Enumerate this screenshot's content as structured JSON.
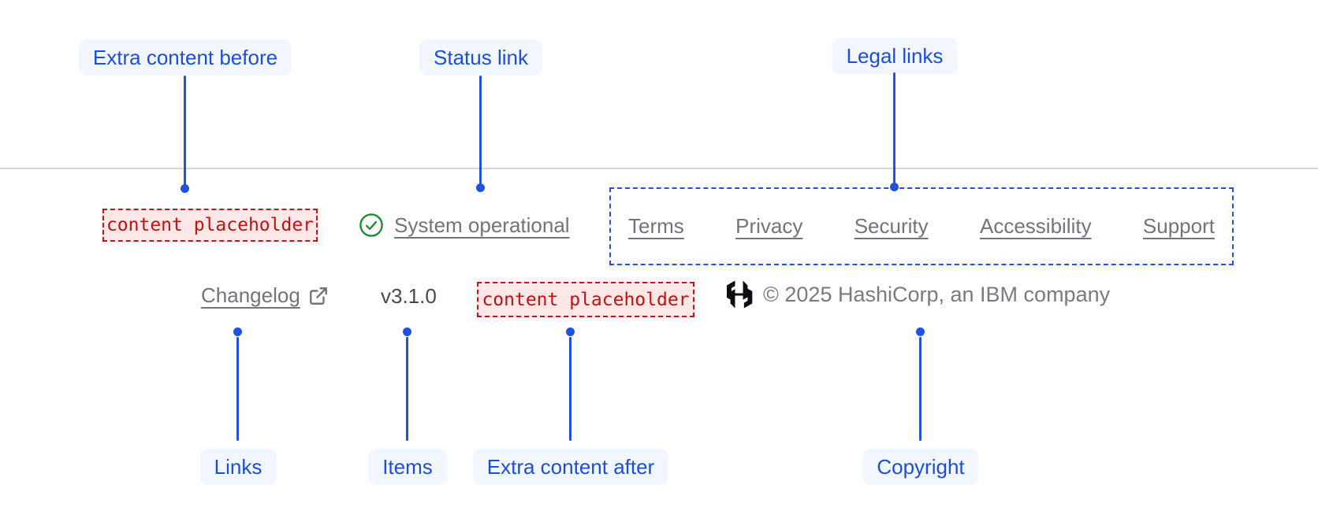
{
  "annotations": {
    "top": [
      "Extra content before",
      "Status link",
      "Legal links"
    ],
    "bottom": [
      "Links",
      "Items",
      "Extra content after",
      "Copyright"
    ]
  },
  "footer": {
    "extra_content_before": "content placeholder",
    "status": {
      "icon": "check-circle",
      "label": "System operational"
    },
    "legal_links": [
      "Terms",
      "Privacy",
      "Security",
      "Accessibility",
      "Support"
    ],
    "links": [
      {
        "label": "Changelog",
        "icon": "external-link"
      }
    ],
    "version": "v3.1.0",
    "extra_content_after": "content placeholder",
    "brand_icon": "hashicorp-logo",
    "copyright": "© 2025 HashiCorp, an IBM company"
  },
  "colors": {
    "annotation_blue": "#2151df",
    "annotation_label_text": "#1d4ed8",
    "annotation_label_bg": "#f2f6ff",
    "placeholder_border": "#c61414",
    "placeholder_bg": "#fde7e7",
    "placeholder_text": "#c11010",
    "success_green": "#1f8c38",
    "link_gray": "#75727d",
    "version_gray": "#46494f",
    "copyright_gray": "#7b7883",
    "divider_gray": "#d5d6da",
    "logo_black": "#0d0e12"
  }
}
